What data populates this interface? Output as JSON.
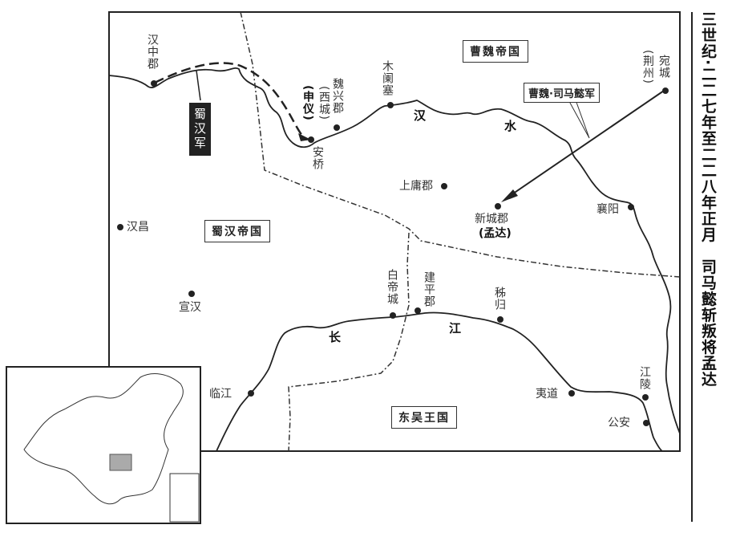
{
  "title": "三世纪·二二七年至二二八年正月　司马懿斩叛将孟达",
  "states": {
    "wei": "曹魏帝国",
    "shu": "蜀汉帝国",
    "wu": "东吴王国"
  },
  "armies": {
    "shu": "蜀汉军",
    "wei": "曹魏·司马懿军"
  },
  "places": {
    "hanzhong": "汉中郡",
    "weixing": "魏兴郡",
    "xicheng": "(西城)",
    "shenyi": "(申仪)",
    "anqiao": "安桥",
    "mulansai": "木阑塞",
    "wancheng": "宛城",
    "jingzhou": "(荆州)",
    "shangyong": "上庸郡",
    "xincheng": "新城郡",
    "mengda": "(孟达)",
    "xiangyang": "襄阳",
    "hanchang": "汉昌",
    "xuanhan": "宣汉",
    "baidicheng": "白帝城",
    "jianping": "建平郡",
    "zigui": "秭归",
    "linjiang": "临江",
    "yidao": "夷道",
    "jiangling": "江陵",
    "gongan": "公安"
  },
  "rivers": {
    "han1": "汉",
    "han2": "水",
    "chang1": "长",
    "chang2": "江"
  }
}
